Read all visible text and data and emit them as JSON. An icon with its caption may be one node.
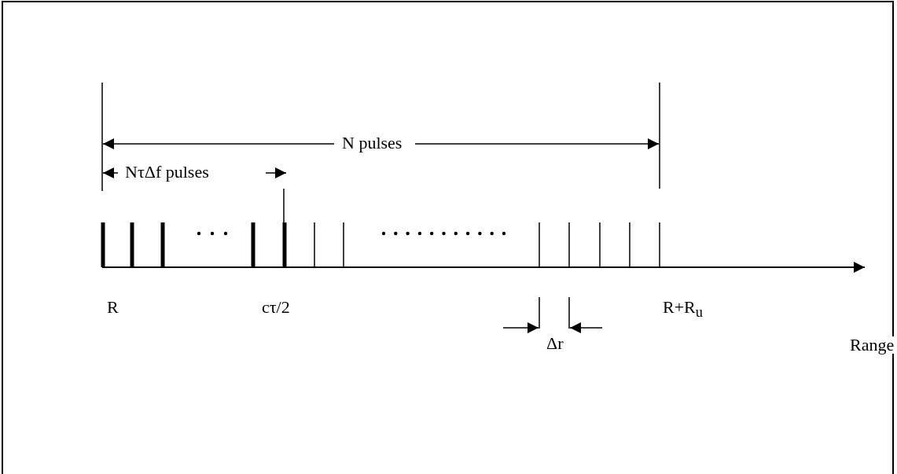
{
  "diagram": {
    "labels": [
      "N pulses",
      "NτΔf pulses",
      "R",
      "cτ/2",
      "R+R$_{u}$",
      "Range",
      "Δr"
    ]
  }
}
